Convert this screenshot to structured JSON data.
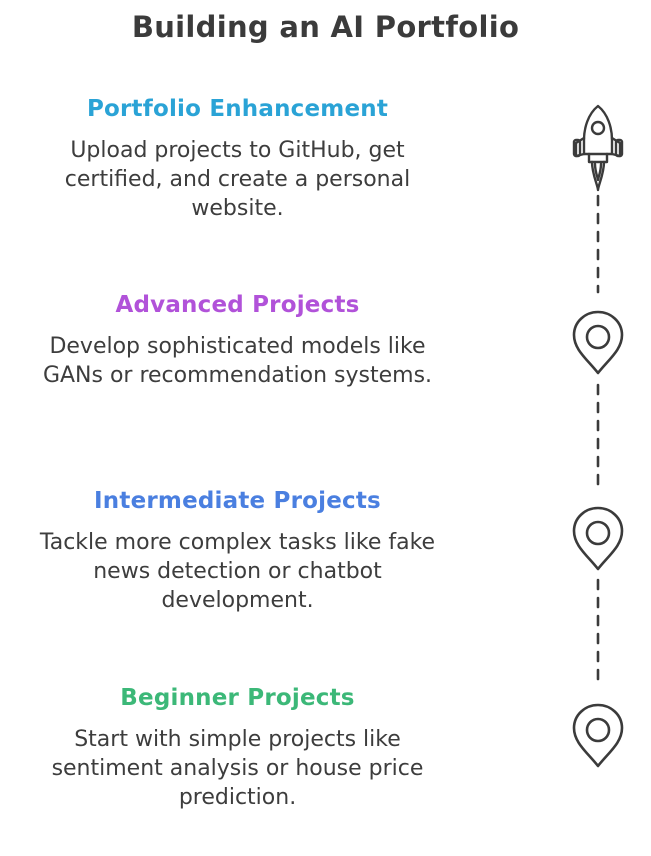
{
  "title": "Building an AI Portfolio",
  "steps": [
    {
      "title": "Portfolio Enhancement",
      "desc1": "Upload projects to GitHub, get",
      "desc2": "certified, and create a personal",
      "desc3": "website.",
      "color": "#2aa3d6",
      "icon": "rocket-icon"
    },
    {
      "title": "Advanced Projects",
      "desc1": "Develop sophisticated models like",
      "desc2": "GANs or recommendation systems.",
      "color": "#b152d9",
      "icon": "map-pin-icon"
    },
    {
      "title": "Intermediate Projects",
      "desc1": "Tackle more complex tasks like fake",
      "desc2": "news detection or chatbot",
      "desc3": "development.",
      "color": "#4a7fe0",
      "icon": "map-pin-icon"
    },
    {
      "title": "Beginner Projects",
      "desc1": "Start with simple projects like",
      "desc2": "sentiment analysis or house price",
      "desc3": "prediction.",
      "color": "#3cb878",
      "icon": "map-pin-icon"
    }
  ]
}
